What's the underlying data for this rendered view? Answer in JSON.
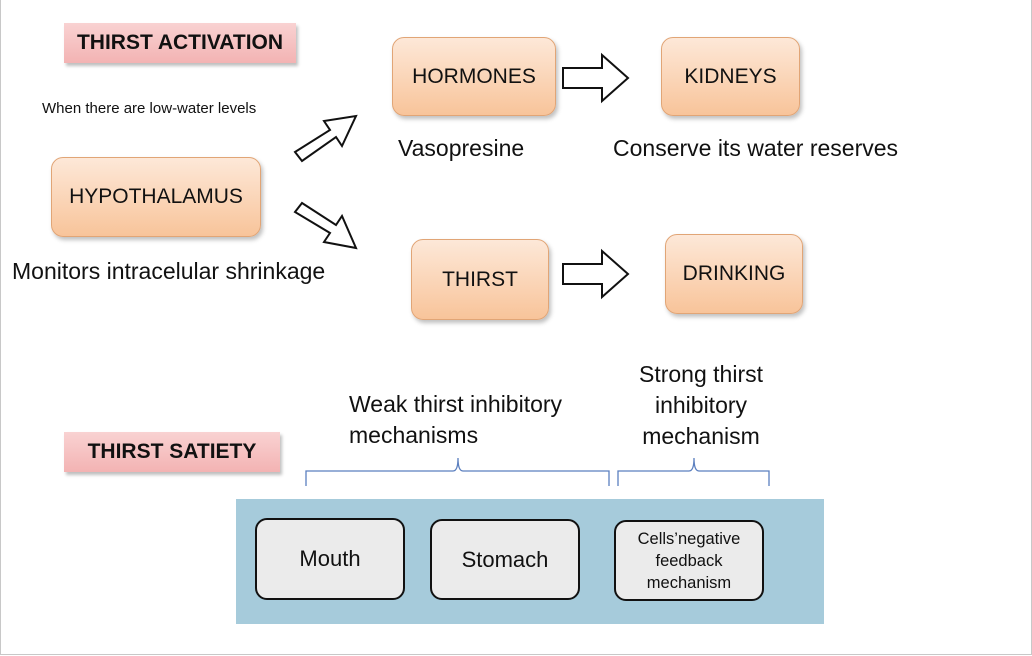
{
  "activation": {
    "title": "THIRST ACTIVATION",
    "low_water_note": "When there are low-water levels",
    "hypothalamus": "HYPOTHALAMUS",
    "hypothalamus_note": "Monitors intracelular shrinkage",
    "hormones": "HORMONES",
    "hormones_note": "Vasopresine",
    "kidneys": "KIDNEYS",
    "kidneys_note": "Conserve its water reserves",
    "thirst": "THIRST",
    "drinking": "DRINKING"
  },
  "satiety": {
    "title": "THIRST SATIETY",
    "weak_label_line1": "Weak thirst inhibitory",
    "weak_label_line2": "mechanisms",
    "strong_label_line1": "Strong thirst",
    "strong_label_line2": "inhibitory",
    "strong_label_line3": "mechanism",
    "mouth": "Mouth",
    "stomach": "Stomach",
    "cells_line1": "Cells’negative",
    "cells_line2": "feedback",
    "cells_line3": "mechanism"
  },
  "colors": {
    "orange_box": "#f8c49a",
    "pink_title": "#f3b3b3",
    "panel_blue": "#a6cbdb",
    "brace_blue": "#5b7fbf"
  },
  "icons": [
    "arrow-right-icon",
    "arrow-up-right-icon",
    "arrow-down-right-icon"
  ]
}
